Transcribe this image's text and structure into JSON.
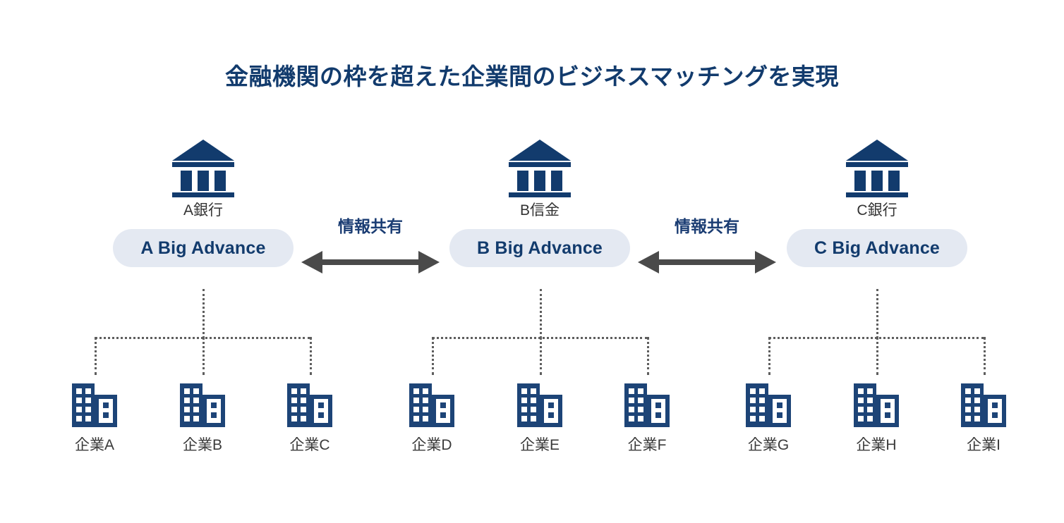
{
  "page": {
    "title": "金融機関の枠を超えた企業間のビジネスマッチングを実現",
    "background": "#ffffff",
    "navy": "#123b6d",
    "pill_bg": "#e4e9f2",
    "arrow_color": "#4a4a4a",
    "dotted_color": "#5e5e5e"
  },
  "banks": [
    {
      "icon": "bank-icon",
      "institution": "A銀行",
      "platform": "A Big Advance"
    },
    {
      "icon": "bank-icon",
      "institution": "B信金",
      "platform": "B Big Advance"
    },
    {
      "icon": "bank-icon",
      "institution": "C銀行",
      "platform": "C Big Advance"
    }
  ],
  "connectors": [
    {
      "label": "情報共有",
      "icon": "double-arrow-icon"
    },
    {
      "label": "情報共有",
      "icon": "double-arrow-icon"
    }
  ],
  "companies": [
    {
      "label": "企業A",
      "icon": "building-icon",
      "group": 0
    },
    {
      "label": "企業B",
      "icon": "building-icon",
      "group": 0
    },
    {
      "label": "企業C",
      "icon": "building-icon",
      "group": 0
    },
    {
      "label": "企業D",
      "icon": "building-icon",
      "group": 1
    },
    {
      "label": "企業E",
      "icon": "building-icon",
      "group": 1
    },
    {
      "label": "企業F",
      "icon": "building-icon",
      "group": 1
    },
    {
      "label": "企業G",
      "icon": "building-icon",
      "group": 2
    },
    {
      "label": "企業H",
      "icon": "building-icon",
      "group": 2
    },
    {
      "label": "企業I",
      "icon": "building-icon",
      "group": 2
    }
  ]
}
